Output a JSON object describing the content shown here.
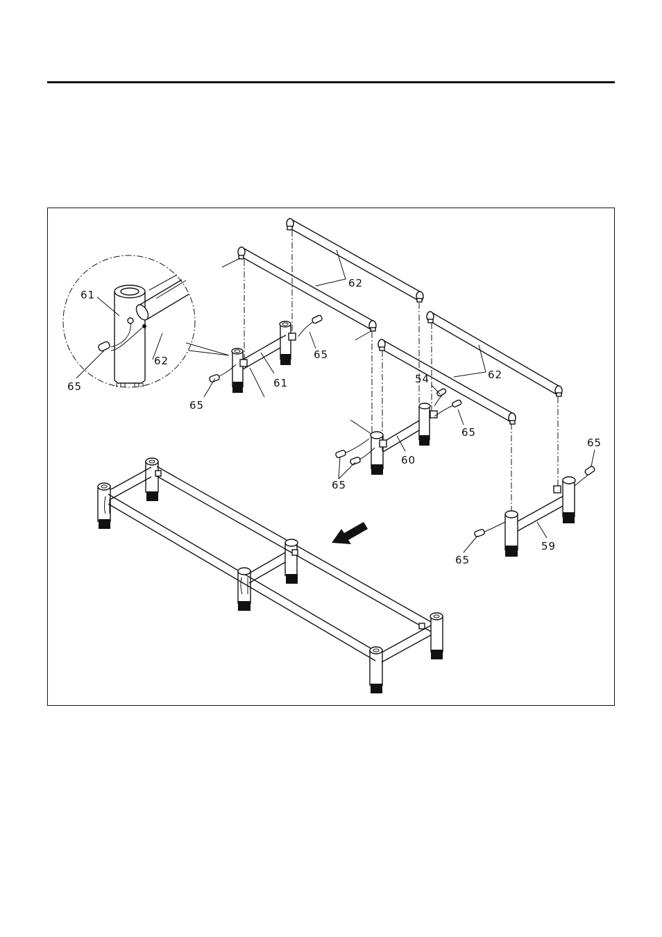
{
  "figure": {
    "callouts": {
      "detail_61": "61",
      "detail_62": "62",
      "detail_65": "65",
      "left_65": "65",
      "left_61": "61",
      "right_65": "65",
      "top_62": "62",
      "mid_62": "62",
      "mid_54": "54",
      "mid_65": "65",
      "mid_60": "60",
      "bottom_65": "65",
      "far_65": "65",
      "far_59": "59",
      "far_bottom_65": "65"
    },
    "icons": [
      "assembly-direction-arrow-icon",
      "detail-magnifier-circle"
    ]
  }
}
